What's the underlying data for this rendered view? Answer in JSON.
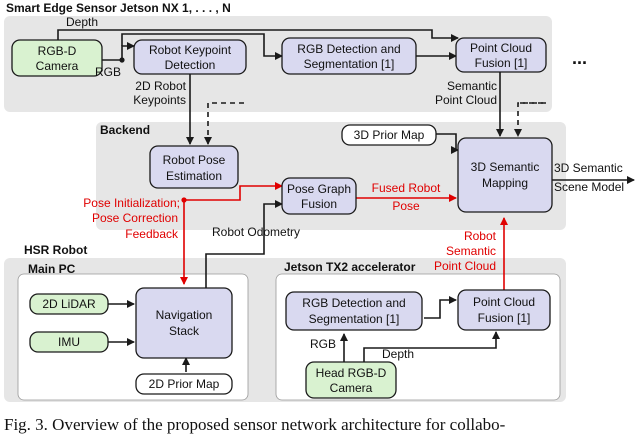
{
  "groups": {
    "edge_sensor": "Smart Edge Sensor Jetson NX 1, . . . , N",
    "backend": "Backend",
    "hsr_robot": "HSR Robot",
    "main_pc": "Main PC",
    "jetson_tx2": "Jetson TX2 accelerator"
  },
  "nodes": {
    "rgbd_camera": [
      "RGB-D",
      "Camera"
    ],
    "robot_keypoint_detection": [
      "Robot Keypoint",
      "Detection"
    ],
    "rgb_detection_top": [
      "RGB Detection and",
      "Segmentation [1]"
    ],
    "point_cloud_fusion_top": [
      "Point Cloud",
      "Fusion [1]"
    ],
    "ellipsis": "...",
    "robot_pose_estimation": [
      "Robot Pose",
      "Estimation"
    ],
    "pose_graph_fusion": [
      "Pose Graph",
      "Fusion"
    ],
    "prior_map_3d": "3D Prior Map",
    "semantic_mapping_3d": [
      "3D Semantic",
      "Mapping"
    ],
    "lidar_2d": "2D LiDAR",
    "imu": "IMU",
    "navigation_stack": [
      "Navigation",
      "Stack"
    ],
    "prior_map_2d": "2D Prior Map",
    "rgb_detection_bottom": [
      "RGB Detection and",
      "Segmentation [1]"
    ],
    "point_cloud_fusion_bottom": [
      "Point Cloud",
      "Fusion [1]"
    ],
    "head_rgbd_camera": [
      "Head RGB-D",
      "Camera"
    ]
  },
  "edge_labels": {
    "depth_top": "Depth",
    "rgb_top": "RGB",
    "keypoints_2d": [
      "2D Robot",
      "Keypoints"
    ],
    "semantic_point_cloud": [
      "Semantic",
      "Point Cloud"
    ],
    "semantic_scene_model": [
      "3D Semantic",
      "Scene Model"
    ],
    "pose_feedback": [
      "Pose Initialization;",
      "Pose Correction",
      "Feedback"
    ],
    "fused_robot_pose": [
      "Fused Robot",
      "Pose"
    ],
    "robot_odometry": "Robot Odometry",
    "robot_semantic_point_cloud": [
      "Robot",
      "Semantic",
      "Point Cloud"
    ],
    "rgb_bottom": "RGB",
    "depth_bottom": "Depth"
  },
  "caption": "Fig. 3.   Overview of the proposed sensor network architecture for collabo-",
  "colors": {
    "purple_fill": "#d9d9f0",
    "green_fill": "#d9f2d0",
    "group_fill": "#e6e6e6",
    "feedback_red": "#e00000"
  }
}
